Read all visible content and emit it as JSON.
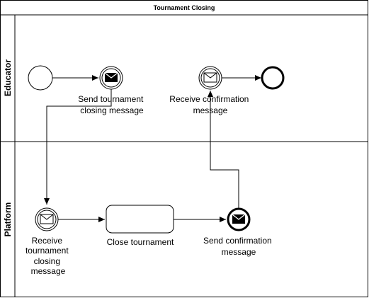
{
  "pool": {
    "title": "Tournament Closing"
  },
  "lanes": [
    {
      "label": "Educator"
    },
    {
      "label": "Platform"
    }
  ],
  "nodes": {
    "send_closing": {
      "lines": [
        "Send tournament",
        "closing message"
      ]
    },
    "receive_confirmation": {
      "lines": [
        "Receive confirmation",
        "message"
      ]
    },
    "receive_closing": {
      "lines": [
        "Receive",
        "tournament",
        "closing",
        "message"
      ]
    },
    "close_task": {
      "lines": [
        "Close tournament"
      ]
    },
    "send_confirmation": {
      "lines": [
        "Send confirmation",
        "message"
      ]
    }
  }
}
